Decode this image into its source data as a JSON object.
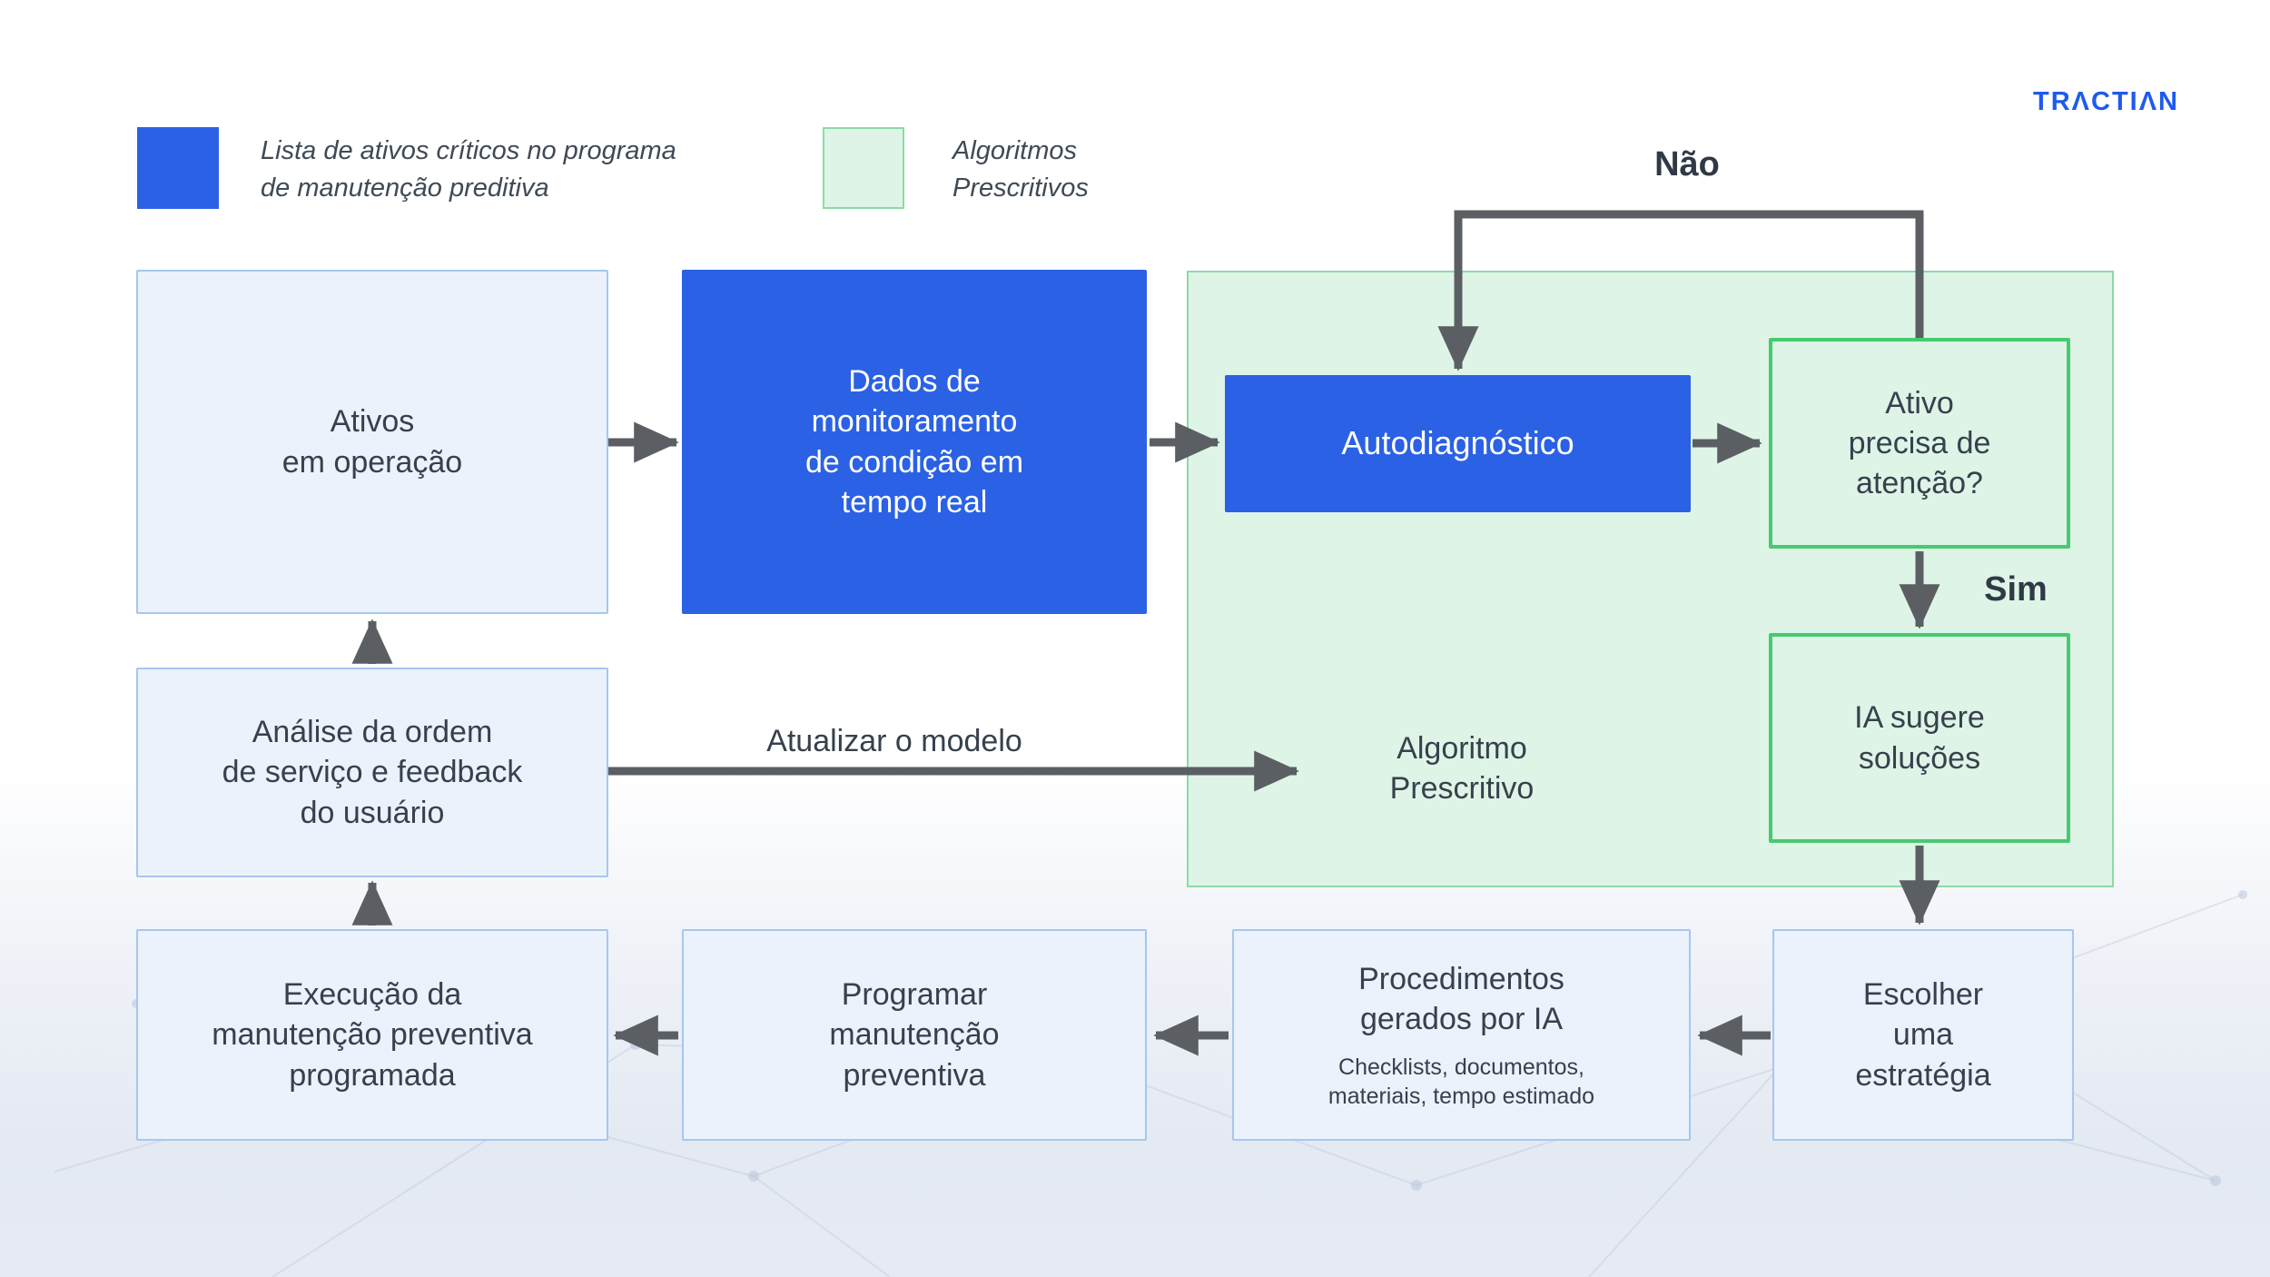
{
  "brand": {
    "name": "TRACTIAN",
    "display": "TRΛCTIΛN"
  },
  "legend": {
    "items": [
      {
        "swatch_color": "#2b61e4",
        "label": "Lista de ativos críticos no programa\nde manutenção preditiva"
      },
      {
        "swatch_color": "#def4e7",
        "label": "Algoritmos\nPrescritivos"
      }
    ]
  },
  "panel": {
    "name": "Algoritmos Prescritivos",
    "fill": "#def4e7",
    "border": "#8cdaa6"
  },
  "nodes": {
    "ativos": {
      "label": "Ativos\nem operação"
    },
    "dados": {
      "label": "Dados de\nmonitoramento\nde condição em\ntempo real"
    },
    "autodiagnostico": {
      "label": "Autodiagnóstico"
    },
    "ativo_precisa": {
      "label": "Ativo\nprecisa de\natenção?"
    },
    "ia_sugere": {
      "label": "IA sugere\nsoluções"
    },
    "analise": {
      "label": "Análise da ordem\nde serviço e feedback\ndo usuário"
    },
    "execucao": {
      "label": "Execução da\nmanutenção preventiva\nprogramada"
    },
    "programar": {
      "label": "Programar\nmanutenção\npreventiva"
    },
    "procedimentos": {
      "title": "Procedimentos\ngerados por IA",
      "subtitle": "Checklists, documentos,\nmateriais, tempo estimado"
    },
    "escolher": {
      "label": "Escolher\numa\nestratégia"
    },
    "algoritmo_prescritivo": {
      "label": "Algoritmo\nPrescritivo"
    }
  },
  "edge_labels": {
    "nao": "Não",
    "sim": "Sim",
    "atualizar_modelo": "Atualizar o modelo"
  },
  "colors": {
    "blue": "#2b61e4",
    "light_blue_fill": "#ebf2fc",
    "light_blue_border": "#a6c7ef",
    "green_panel_fill": "#def4e7",
    "green_panel_border": "#8cdaa6",
    "green_box_border": "#47ca6e",
    "arrow_gray": "#5b5f63",
    "text_dark": "#37414c",
    "logo_blue": "#1f5af0"
  }
}
